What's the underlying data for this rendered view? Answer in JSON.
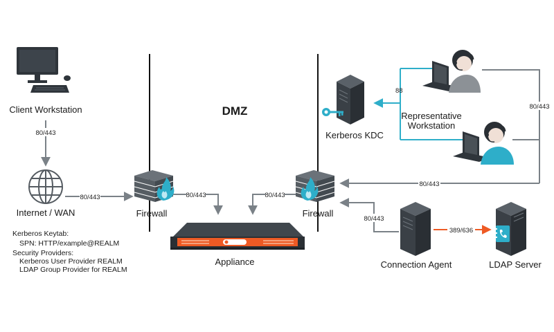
{
  "zone": {
    "title": "DMZ"
  },
  "nodes": {
    "client_workstation": "Client Workstation",
    "internet": "Internet / WAN",
    "firewall_left": "Firewall",
    "firewall_right": "Firewall",
    "appliance": "Appliance",
    "kerberos_kdc": "Kerberos KDC",
    "representative": [
      "Representative",
      "Workstation"
    ],
    "connection_agent": "Connection Agent",
    "ldap_server": "LDAP Server"
  },
  "ports": {
    "client_to_internet": "80/443",
    "internet_to_firewall": "80/443",
    "firewall_to_appliance": "80/443",
    "firewall_right_to_appliance": "80/443",
    "kdc": "88",
    "rep_outer": "80/443",
    "rep_to_firewall": "80/443",
    "agent_to_firewall": "80/443",
    "agent_to_ldap": "389/636"
  },
  "notes": {
    "keytab": "Kerberos Keytab:",
    "spn": "SPN: HTTP/example@REALM",
    "providers": "Security Providers:",
    "provider_1": "Kerberos User Provider REALM",
    "provider_2": "LDAP Group Provider for REALM"
  },
  "colors": {
    "arrow": "#7a8187",
    "cyan": "#2eaec9",
    "orange": "#ee5a24",
    "dark": "#2f353b",
    "brick": "#565d63"
  }
}
